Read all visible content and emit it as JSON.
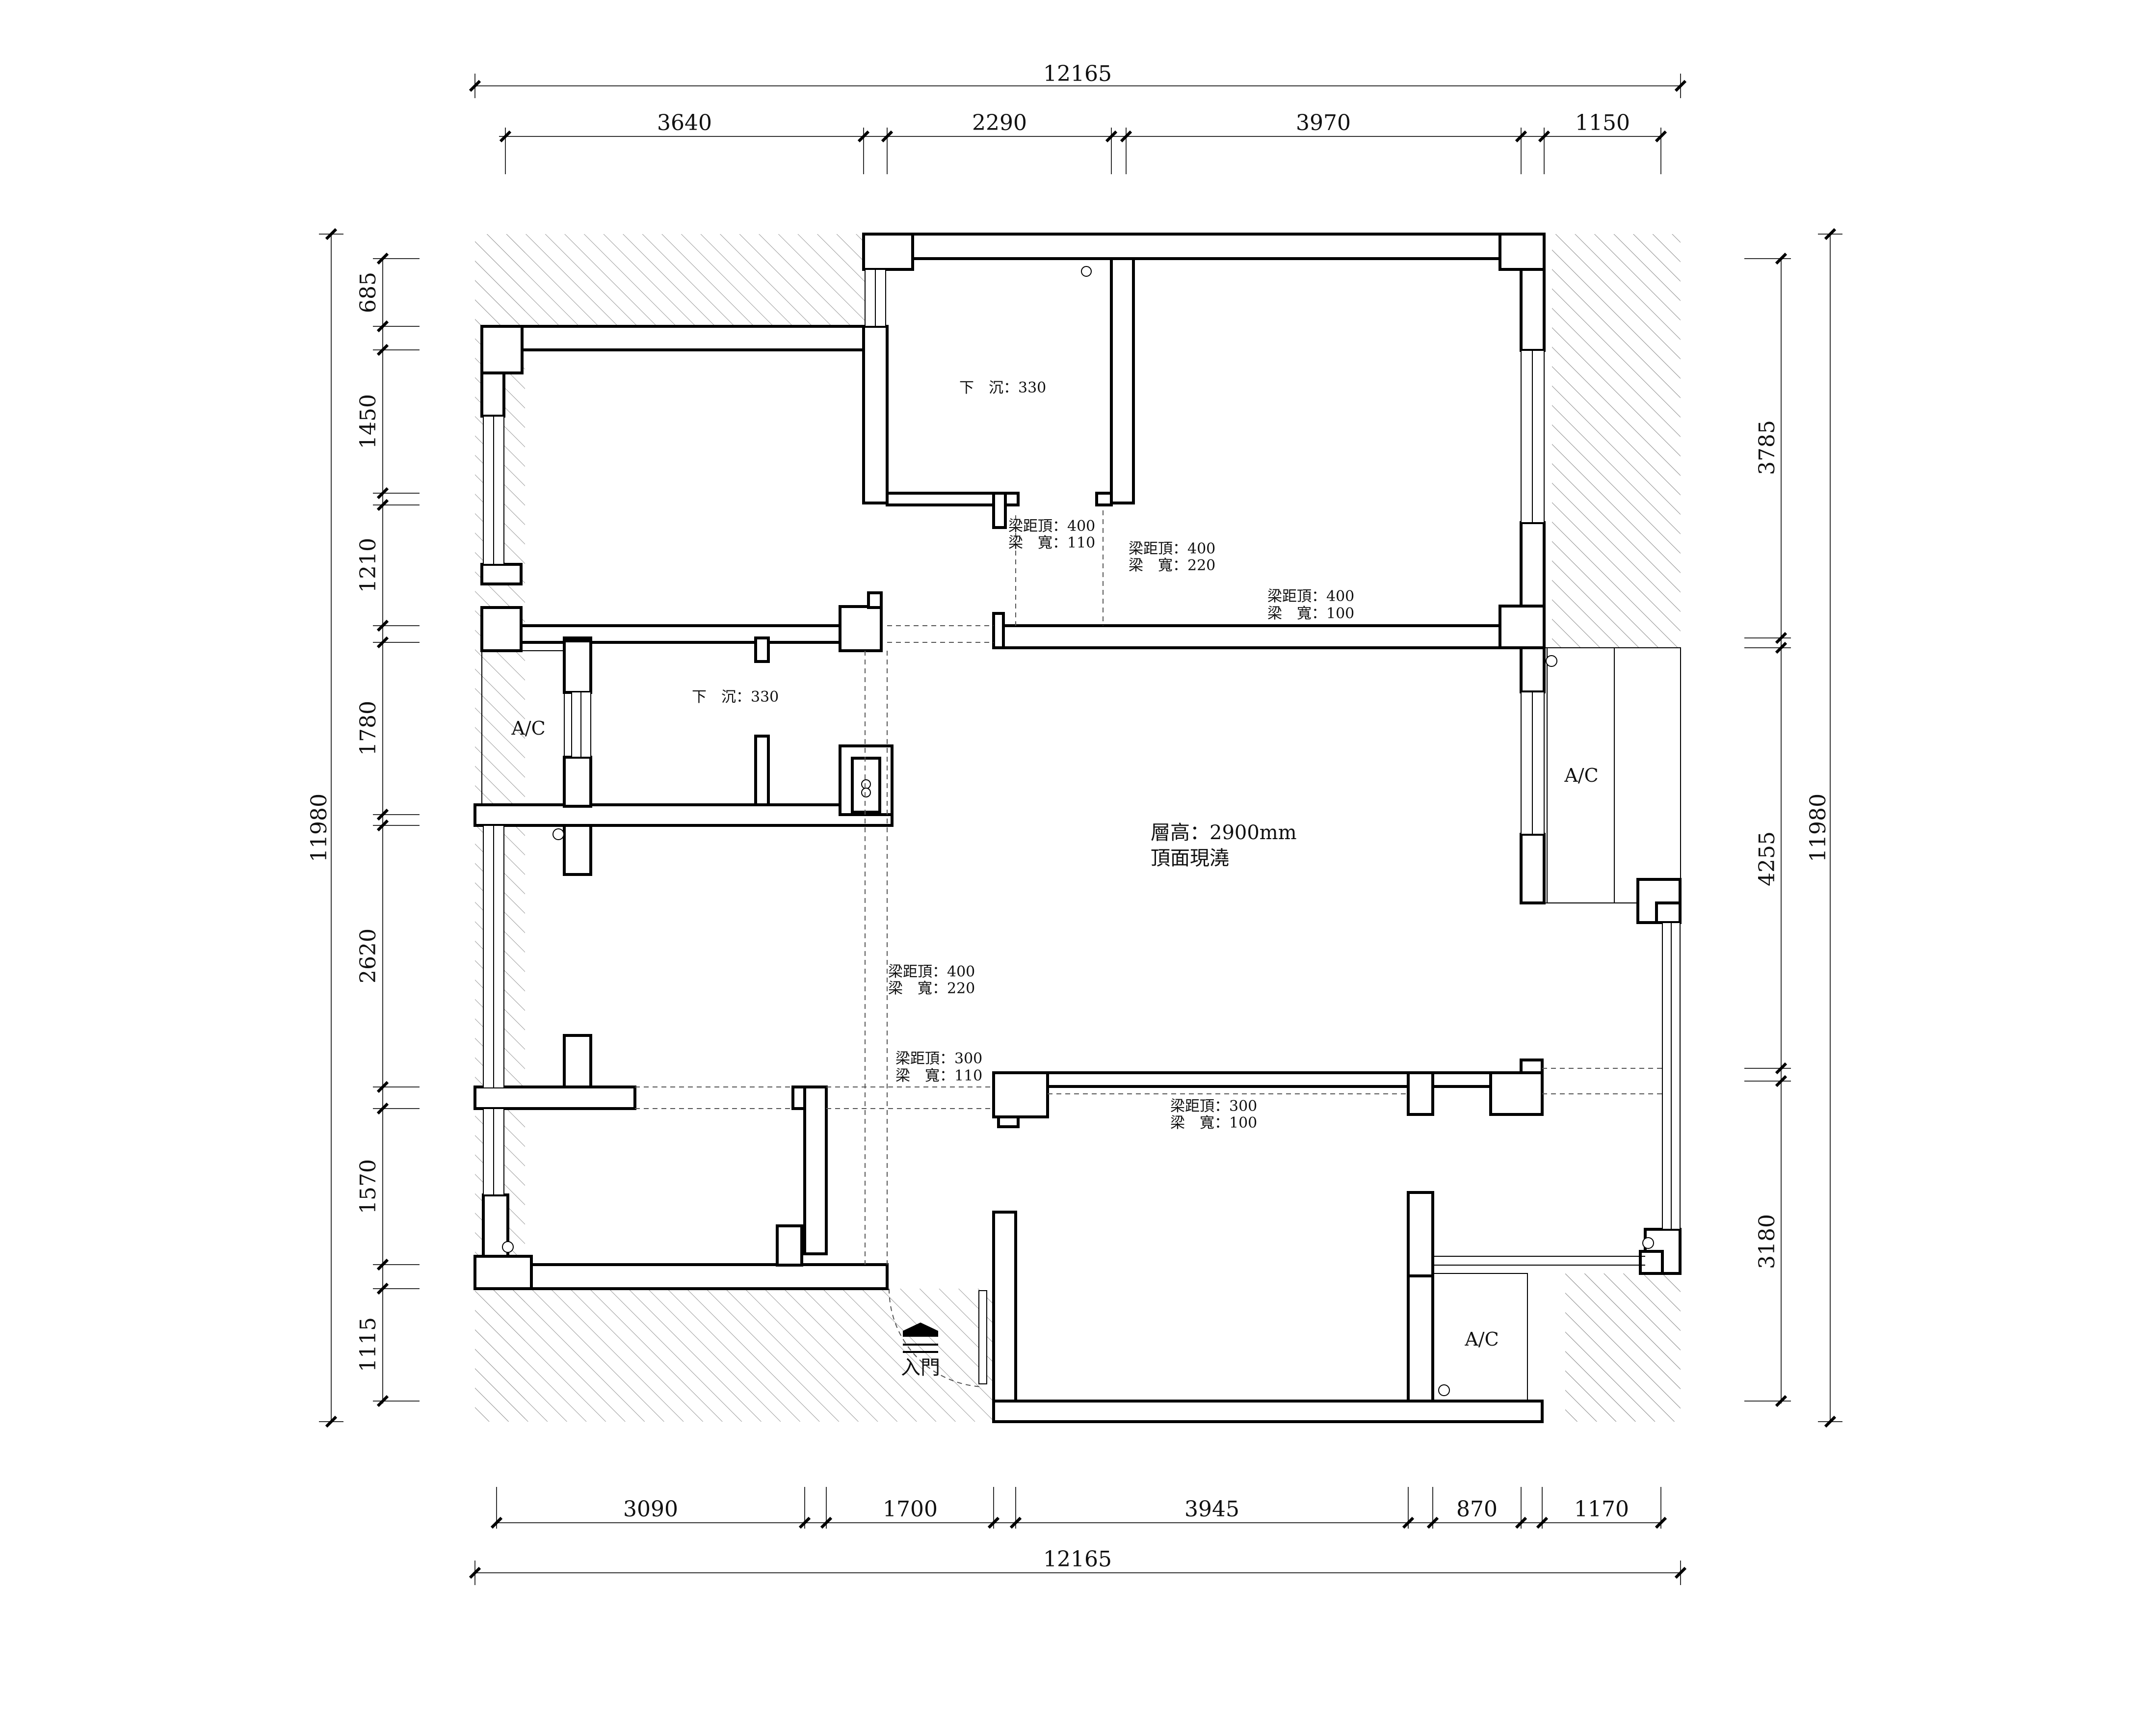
{
  "dimensions": {
    "top_total": "12165",
    "top_segments": [
      "3640",
      "2290",
      "3970",
      "1150"
    ],
    "bottom_total": "12165",
    "bottom_segments": [
      "3090",
      "1700",
      "3945",
      "870",
      "1170"
    ],
    "left_total": "11980",
    "left_segments": [
      "685",
      "1450",
      "1210",
      "1780",
      "2620",
      "1570",
      "1115"
    ],
    "right_total": "11980",
    "right_segments": [
      "3785",
      "4255",
      "3180"
    ]
  },
  "rooms": {
    "sunken_top": "下　沉：330",
    "sunken_mid": "下　沉：330",
    "ac_left": "A/C",
    "ac_right": "A/C",
    "ac_bottom": "A/C",
    "floor_height": "層高：2900mm",
    "ceiling": "頂面現澆",
    "entrance": "入門"
  },
  "beams": [
    {
      "top": "梁距頂：400",
      "width": "梁　寬：110"
    },
    {
      "top": "梁距頂：400",
      "width": "梁　寬：220"
    },
    {
      "top": "梁距頂：400",
      "width": "梁　寬：100"
    },
    {
      "top": "梁距頂：400",
      "width": "梁　寬：220"
    },
    {
      "top": "梁距頂：300",
      "width": "梁　寬：110"
    },
    {
      "top": "梁距頂：300",
      "width": "梁　寬：100"
    }
  ]
}
